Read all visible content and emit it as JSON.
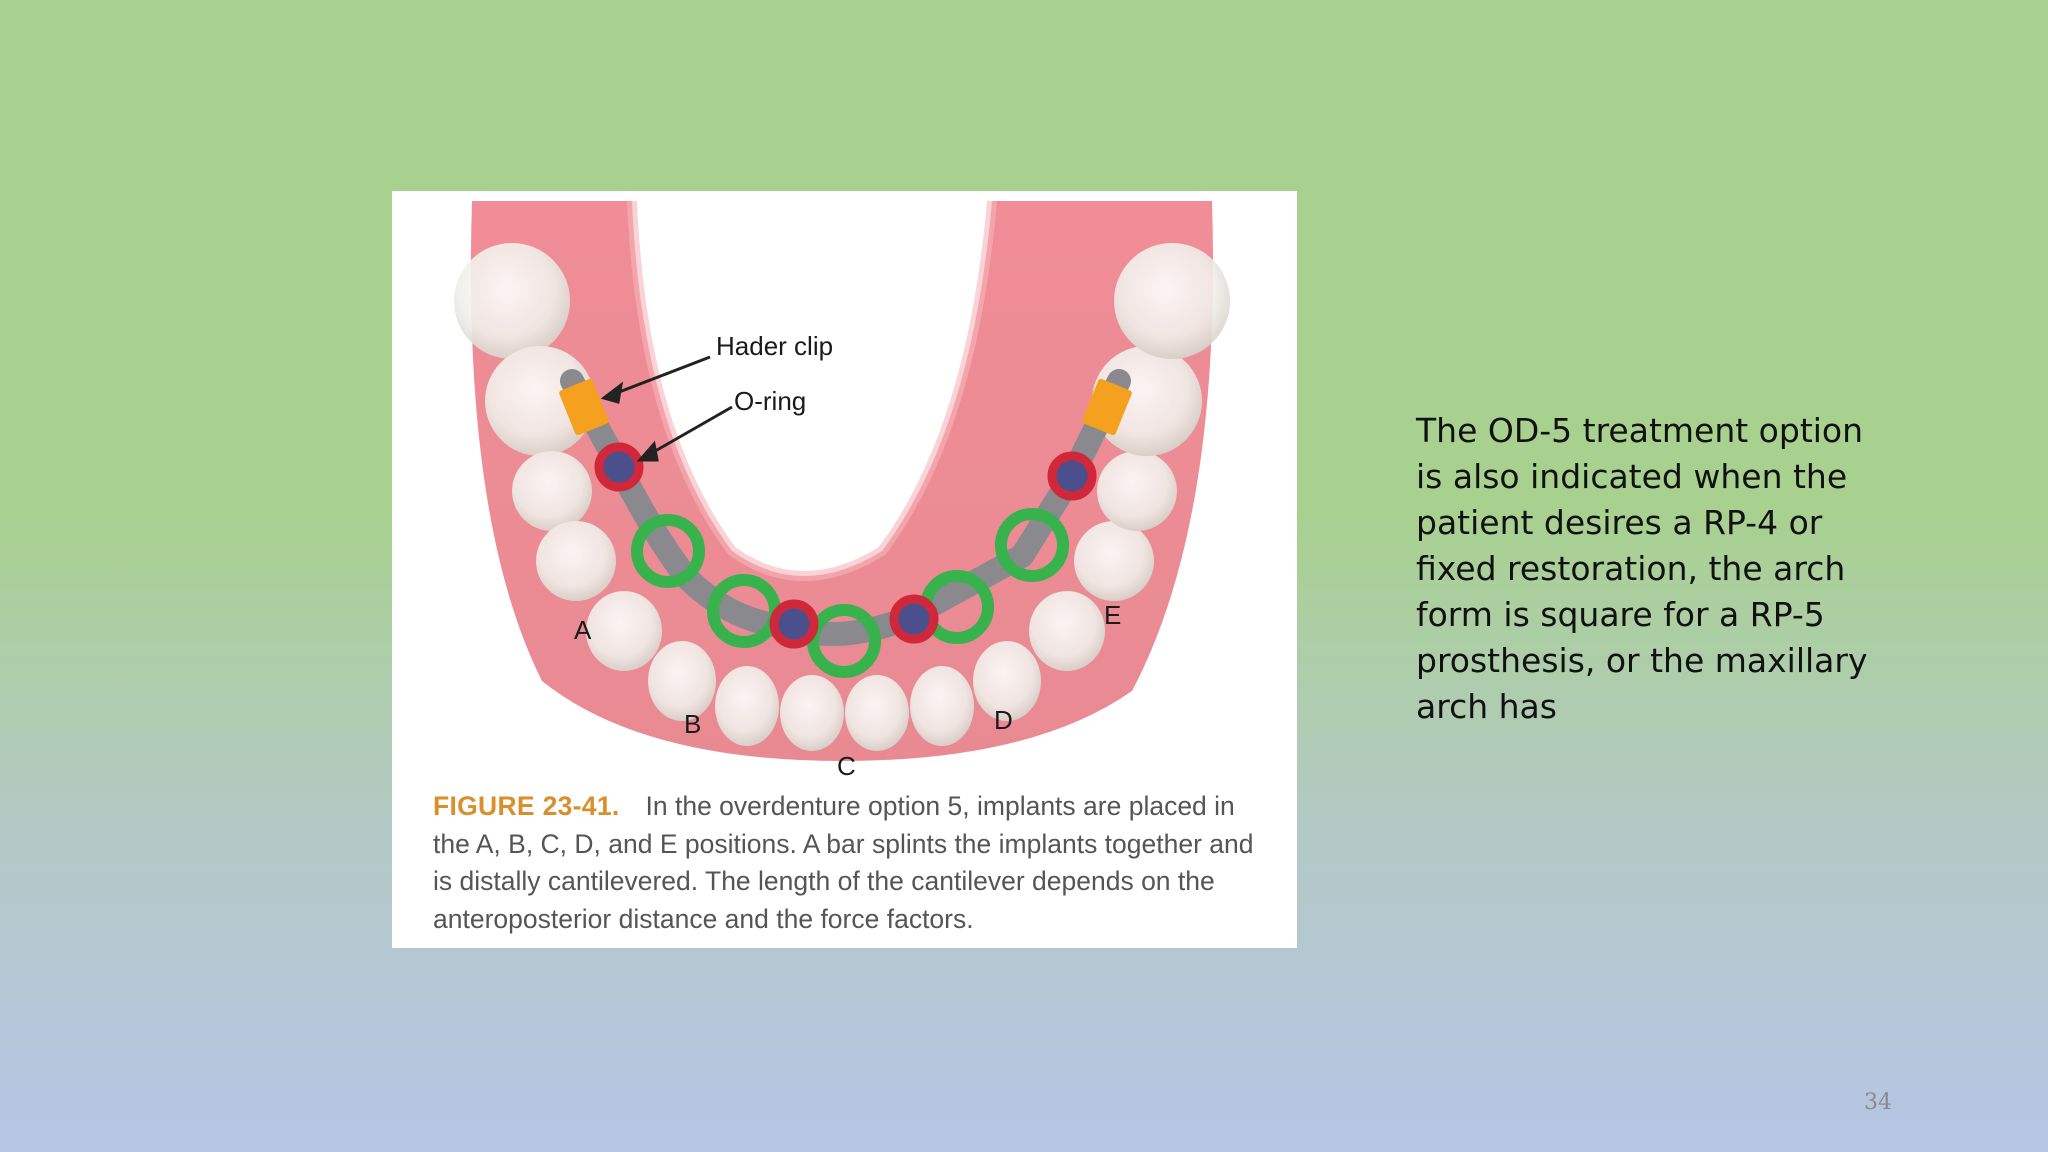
{
  "figure": {
    "labels": {
      "hader_clip": "Hader clip",
      "o_ring": "O-ring",
      "positions": [
        "A",
        "B",
        "C",
        "D",
        "E"
      ]
    },
    "caption_number": "FIGURE 23-41.",
    "caption_text": "In the overdenture option 5, implants are placed in the A, B, C, D, and E positions. A bar splints the implants together and is distally cantilevered. The length of the cantilever depends on the anteroposterior distance and the force factors.",
    "colors": {
      "gum": "#ec8f97",
      "bar": "#8a8a8e",
      "hader_clip": "#f5a01e",
      "o_ring": "#d0273a",
      "implant_ring": "#37b24d",
      "implant_core": "#4b4f8c",
      "caption_heading": "#d98f2b"
    }
  },
  "slide_text": "The OD-5 treatment option is also indicated when the patient desires a RP-4 or fixed restoration, the arch form is square for a RP-5 prosthesis, or the maxillary arch has",
  "page_number": "34"
}
